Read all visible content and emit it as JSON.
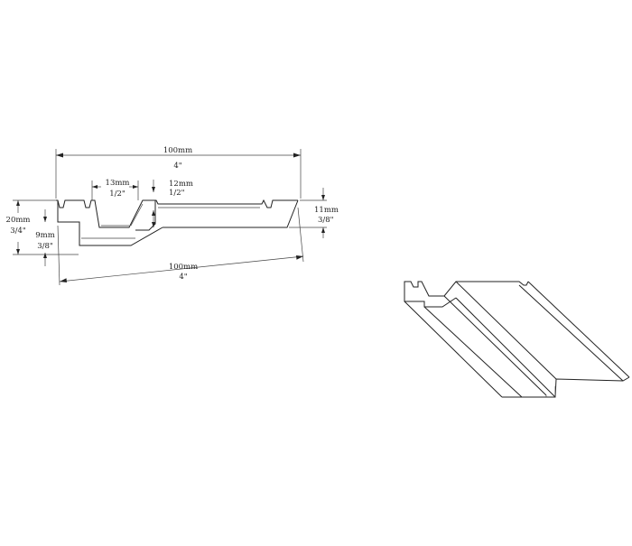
{
  "profile_drawing": {
    "overall_width_top": {
      "metric": "100mm",
      "imperial": "4\""
    },
    "overall_width_bottom": {
      "metric": "100mm",
      "imperial": "4\""
    },
    "groove_width": {
      "metric": "13mm",
      "imperial": "1/2\""
    },
    "groove_depth": {
      "metric": "12mm",
      "imperial": "1/2\""
    },
    "total_thickness": {
      "metric": "20mm",
      "imperial": "3/4\""
    },
    "rebate_height": {
      "metric": "9mm",
      "imperial": "3/8\""
    },
    "edge_thickness": {
      "metric": "11mm",
      "imperial": "3/8\""
    }
  },
  "colors": {
    "line": "#222222",
    "background": "#ffffff"
  }
}
